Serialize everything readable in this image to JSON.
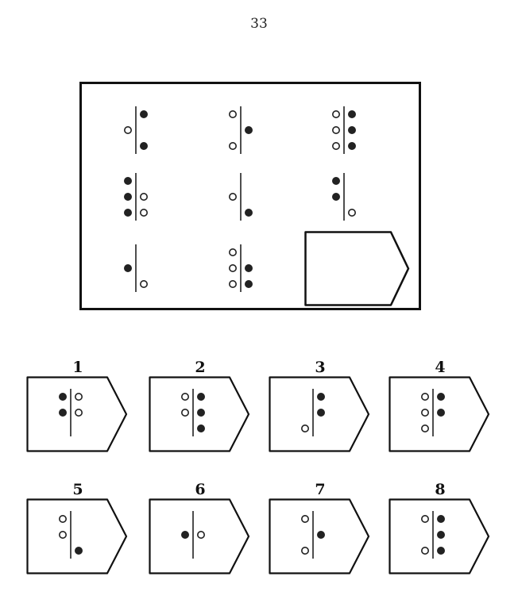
{
  "page": {
    "number": "33"
  },
  "matrix": {
    "cells": [
      {
        "left": [
          0,
          1,
          0
        ],
        "right": [
          2,
          0,
          2
        ]
      },
      {
        "left": [
          1,
          0,
          1
        ],
        "right": [
          0,
          2,
          0
        ]
      },
      {
        "left": [
          1,
          1,
          1
        ],
        "right": [
          2,
          2,
          2
        ]
      },
      {
        "left": [
          2,
          2,
          2
        ],
        "right": [
          0,
          1,
          1
        ]
      },
      {
        "left": [
          0,
          1,
          0
        ],
        "right": [
          0,
          0,
          2
        ]
      },
      {
        "left": [
          2,
          2,
          0
        ],
        "right": [
          0,
          0,
          1
        ]
      },
      {
        "left": [
          0,
          2,
          0
        ],
        "right": [
          0,
          0,
          1
        ]
      },
      {
        "left": [
          1,
          1,
          1
        ],
        "right": [
          0,
          2,
          2
        ]
      }
    ],
    "blank": {
      "icon": "blank-pentagon-icon"
    }
  },
  "options": [
    {
      "label": "1",
      "left": [
        2,
        2,
        0
      ],
      "right": [
        1,
        1,
        0
      ]
    },
    {
      "label": "2",
      "left": [
        1,
        1,
        0
      ],
      "right": [
        2,
        2,
        2
      ]
    },
    {
      "label": "3",
      "left": [
        0,
        0,
        1
      ],
      "right": [
        2,
        2,
        0
      ]
    },
    {
      "label": "4",
      "left": [
        1,
        1,
        1
      ],
      "right": [
        2,
        2,
        0
      ]
    },
    {
      "label": "5",
      "left": [
        1,
        1,
        0
      ],
      "right": [
        0,
        0,
        2
      ]
    },
    {
      "label": "6",
      "left": [
        0,
        2,
        0
      ],
      "right": [
        0,
        1,
        0
      ]
    },
    {
      "label": "7",
      "left": [
        1,
        0,
        1
      ],
      "right": [
        0,
        2,
        0
      ]
    },
    {
      "label": "8",
      "left": [
        1,
        0,
        1
      ],
      "right": [
        2,
        2,
        2
      ]
    }
  ],
  "legend": {
    "0": "empty",
    "1": "open-circle",
    "2": "filled-circle"
  }
}
